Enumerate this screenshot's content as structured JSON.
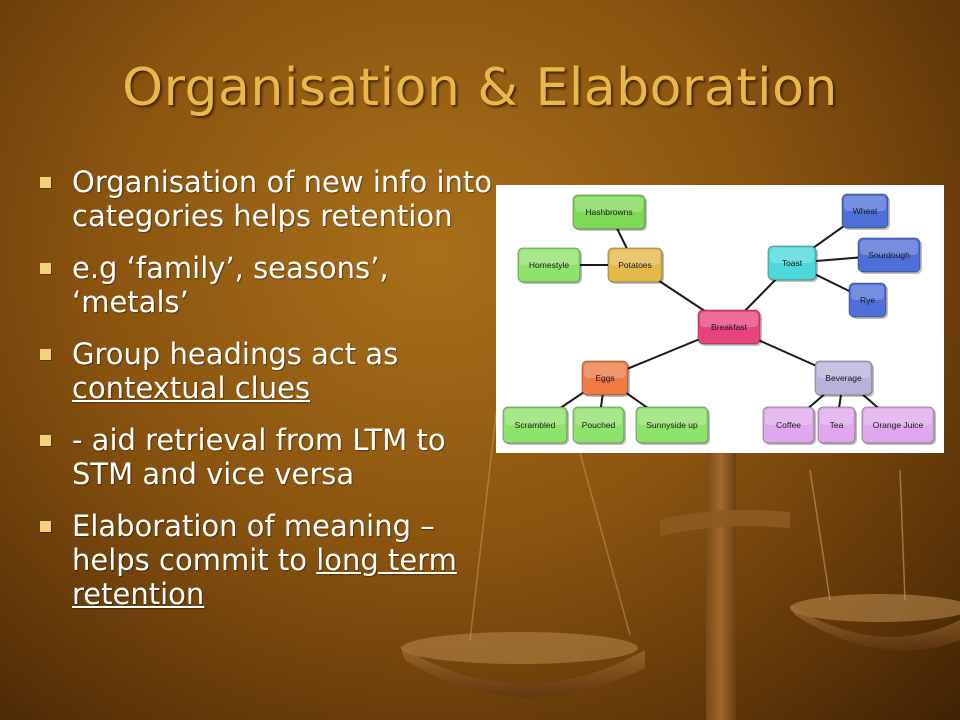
{
  "slide": {
    "title": "Organisation & Elaboration",
    "bullets": [
      {
        "parts": [
          {
            "text": "Organisation of new info into categories helps retention",
            "underline": false
          }
        ]
      },
      {
        "parts": [
          {
            "text": "e.g ‘family’, seasons’, ‘metals’",
            "underline": false
          }
        ]
      },
      {
        "parts": [
          {
            "text": "Group headings act as ",
            "underline": false
          },
          {
            "text": "contextual clues",
            "underline": true
          }
        ]
      },
      {
        "parts": [
          {
            "text": "- aid retrieval from LTM to STM and vice versa",
            "underline": false
          }
        ]
      },
      {
        "parts": [
          {
            "text": "Elaboration of meaning – helps commit to ",
            "underline": false
          },
          {
            "text": "long term retention",
            "underline": true
          }
        ]
      }
    ]
  },
  "mindmap": {
    "center": "Breakfast",
    "nodes": {
      "hashbrowns": "Hashbrowns",
      "homestyle": "Homestyle",
      "potatoes": "Potatoes",
      "toast": "Toast",
      "wheat": "Wheat",
      "sourdough": "Sourdough",
      "rye": "Rye",
      "breakfast": "Breakfast",
      "eggs": "Eggs",
      "scrambled": "Scrambled",
      "pouched": "Pouched",
      "sunnyside": "Sunnyside up",
      "beverage": "Beverage",
      "coffee": "Coffee",
      "tea": "Tea",
      "oj": "Orange Juice"
    },
    "colors": {
      "green": "#7ed957",
      "yellow": "#e3b94a",
      "cyan": "#4fd8da",
      "blue": "#4f6fd8",
      "pink": "#e8437f",
      "orange": "#ee7a44",
      "lavender": "#b6b2dc",
      "violet": "#dfa8ec",
      "lime": "#8fe36a"
    }
  }
}
